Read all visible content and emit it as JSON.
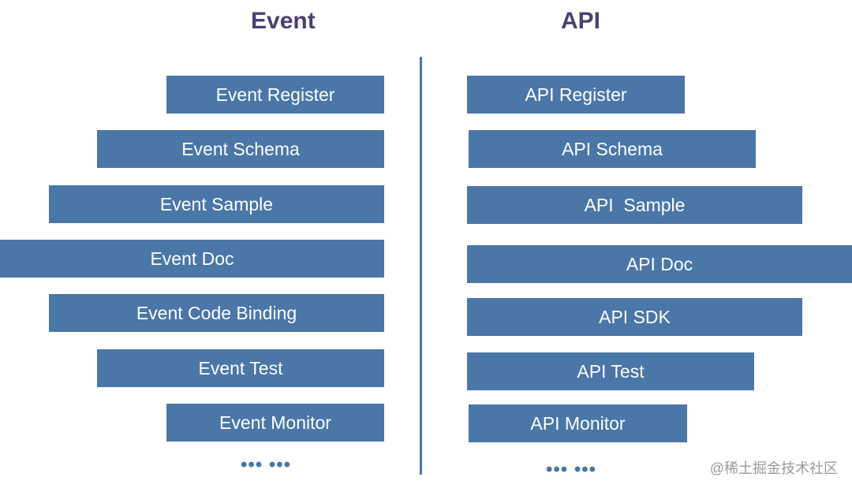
{
  "headings": {
    "left": "Event",
    "right": "API"
  },
  "left_column": {
    "items": [
      {
        "label": "Event Register"
      },
      {
        "label": "Event Schema"
      },
      {
        "label": "Event Sample"
      },
      {
        "label": "Event Doc"
      },
      {
        "label": "Event Code Binding"
      },
      {
        "label": "Event Test"
      },
      {
        "label": "Event Monitor"
      }
    ],
    "more": "••• •••"
  },
  "right_column": {
    "items": [
      {
        "label": "API Register"
      },
      {
        "label": "API Schema"
      },
      {
        "label": "API  Sample"
      },
      {
        "label": "API Doc"
      },
      {
        "label": "API SDK"
      },
      {
        "label": "API Test"
      },
      {
        "label": "API Monitor"
      }
    ],
    "more": "••• •••"
  },
  "watermark": "@稀土掘金技术社区",
  "colors": {
    "bar": "#4a76a8",
    "heading": "#4b3f72",
    "bar_text": "#ffffff"
  }
}
